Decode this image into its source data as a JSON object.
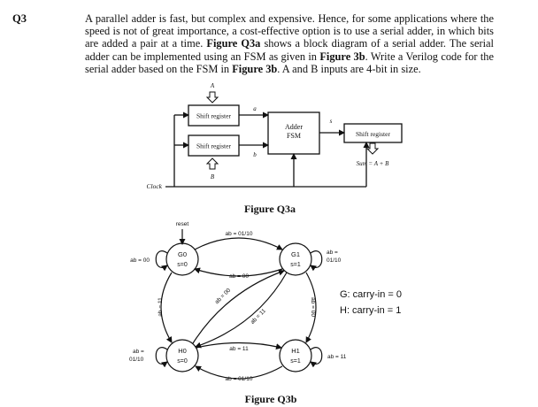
{
  "question": {
    "number": "Q3",
    "text": [
      {
        "t": "A parallel adder is fast, but complex and expensive. Hence, for some applications where the speed is not of great importance, a cost-effective option is to use a serial adder, in which bits are added a pair at a time. ",
        "b": false
      },
      {
        "t": "Figure Q3a",
        "b": true
      },
      {
        "t": " shows a block diagram of a serial adder. The serial adder can be implemented using an FSM as given in ",
        "b": false
      },
      {
        "t": "Figure 3b",
        "b": true
      },
      {
        "t": ". Write a Verilog code for the serial adder based on the FSM in ",
        "b": false
      },
      {
        "t": "Figure 3b",
        "b": true
      },
      {
        "t": ". A and B inputs are 4-bit in size.",
        "b": false
      }
    ]
  },
  "figure_a": {
    "caption": "Figure Q3a",
    "label_A": "A",
    "label_B": "B",
    "label_a": "a",
    "label_b": "b",
    "label_s": "s",
    "shift_register_top": "Shift register",
    "shift_register_bottom": "Shift register",
    "shift_register_out": "Shift register",
    "fsm_line1": "Adder",
    "fsm_line2": "FSM",
    "sum_label": "Sum  =  A + B",
    "clock_label": "Clock"
  },
  "figure_b": {
    "caption": "Figure Q3b",
    "reset_label": "reset",
    "states": {
      "G0": {
        "name": "G0",
        "out": "s=0"
      },
      "G1": {
        "name": "G1",
        "out": "s=1"
      },
      "H0": {
        "name": "H0",
        "out": "s=0"
      },
      "H1": {
        "name": "H1",
        "out": "s=1"
      }
    },
    "transitions": {
      "g0_loop": "ab = 00",
      "g1_loop_1": "ab =",
      "g1_loop_2": "01/10",
      "h0_loop_1": "ab =",
      "h0_loop_2": "01/10",
      "h1_loop": "ab = 11",
      "g0_to_g1": "ab = 01/10",
      "g1_to_g0": "ab = 00",
      "g0_to_h0": "ab = 11",
      "g1_to_h1": "ab = 00",
      "h0_to_g1": "ab = 00",
      "g1_to_h0": "ab = 11",
      "h0_to_h1": "ab = 11",
      "h1_to_h0": "ab = 01/10"
    },
    "legend_g": "G: carry-in = 0",
    "legend_h": "H: carry-in = 1"
  }
}
